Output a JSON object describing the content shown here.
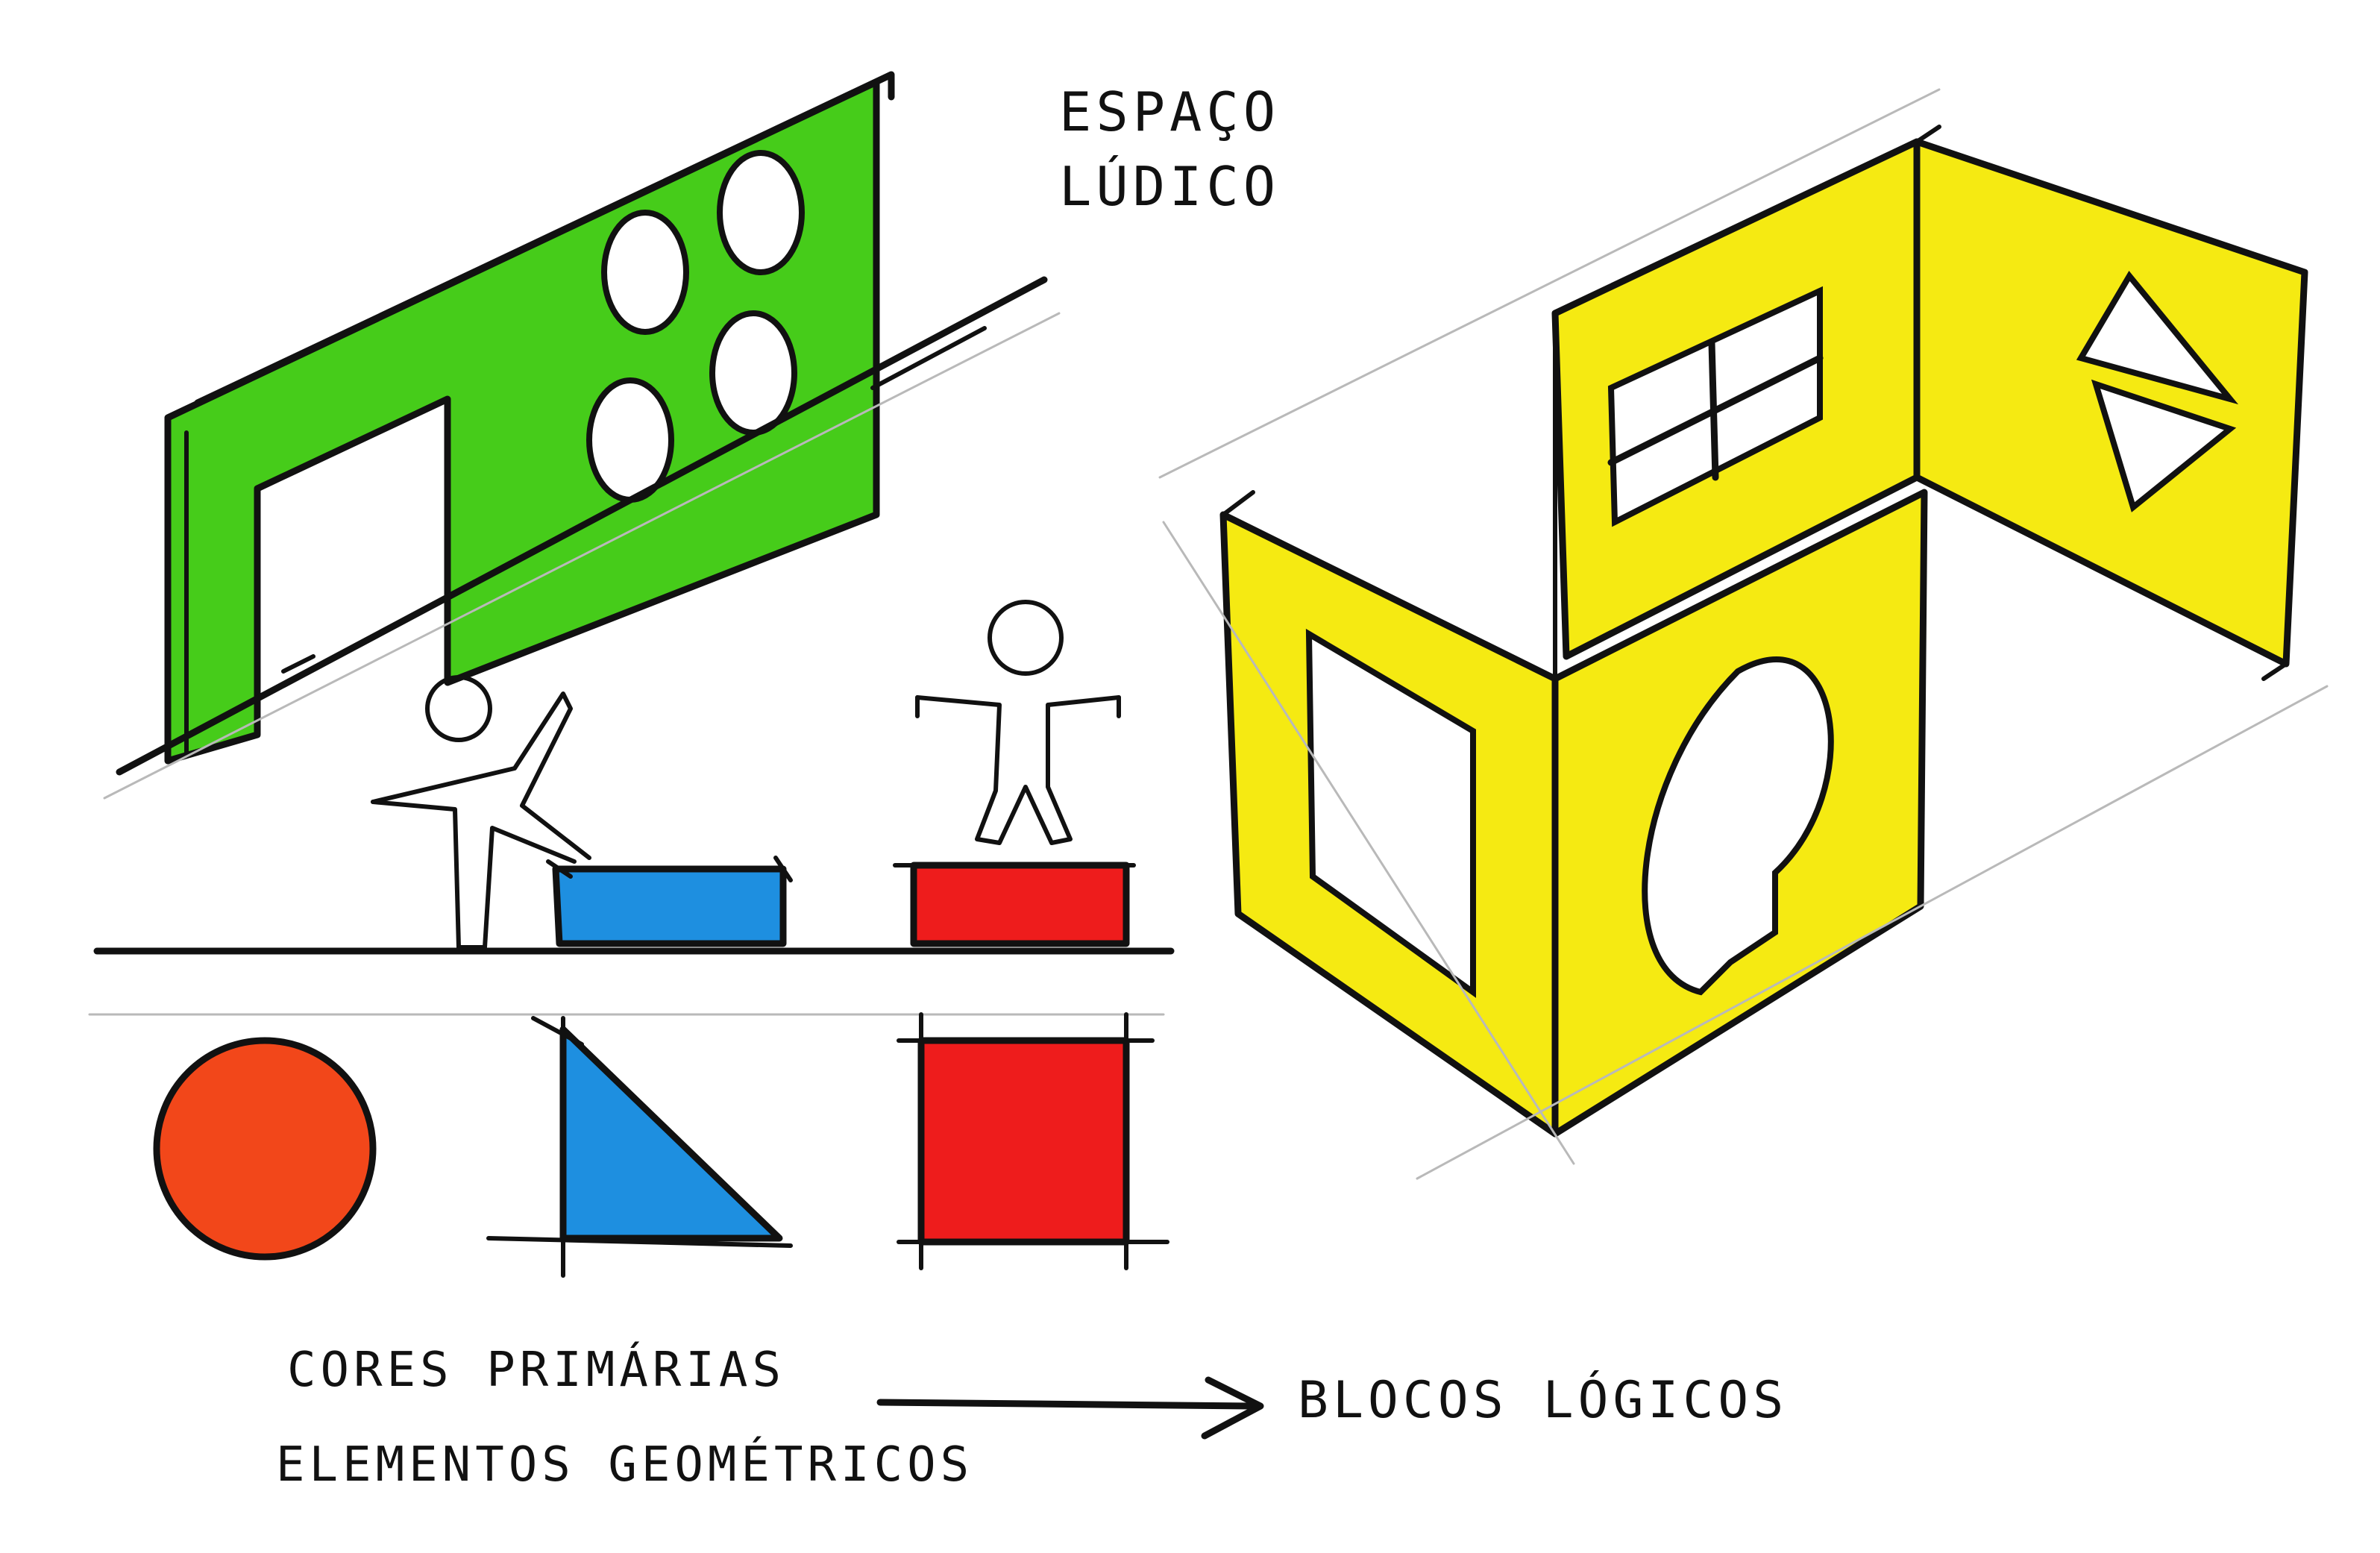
{
  "labels": {
    "title_line1": "ESPAÇO",
    "title_line2": "LÚDICO",
    "cores_primarias": "CORES PRIMÁRIAS",
    "elementos_geometricos": "ELEMENTOS GEOMÉTRICOS",
    "blocos_logicos": "BLOCOS LÓGICOS"
  },
  "colors": {
    "green_panel": "#46cc1a",
    "yellow_blocks": "#f5ea12",
    "blue": "#1e8fe0",
    "red": "#ee1c1c",
    "orange_circle": "#f2471a",
    "ink": "#111111"
  },
  "icons": {
    "arrow": "arrow-right-icon",
    "figures": [
      "sitting-person-icon",
      "standing-person-icon"
    ]
  }
}
